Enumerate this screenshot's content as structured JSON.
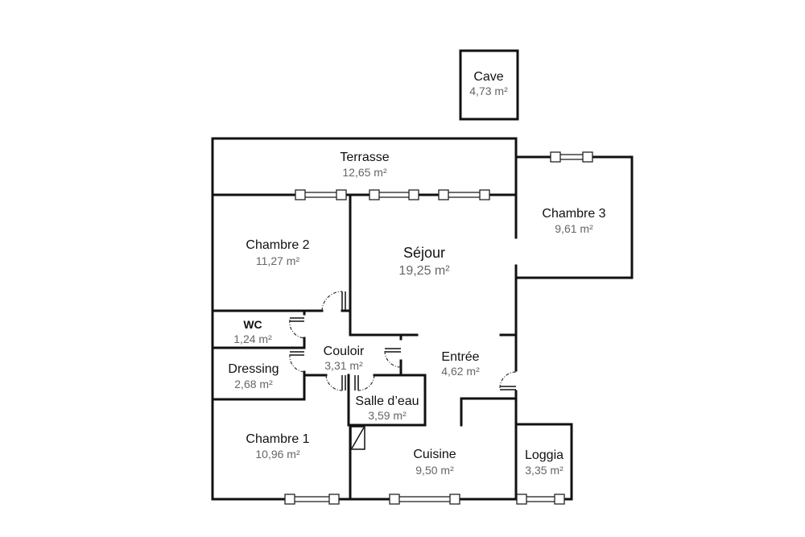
{
  "title": "Plan d'appartement",
  "rooms": [
    {
      "id": "cave",
      "name": "Cave",
      "area": "4,73 m²"
    },
    {
      "id": "terrasse",
      "name": "Terrasse",
      "area": "12,65 m²"
    },
    {
      "id": "chambre3",
      "name": "Chambre 3",
      "area": "9,61 m²"
    },
    {
      "id": "chambre2",
      "name": "Chambre 2",
      "area": "11,27 m²"
    },
    {
      "id": "sejour",
      "name": "Séjour",
      "area": "19,25 m²"
    },
    {
      "id": "wc",
      "name": "WC",
      "area": "1,24 m²"
    },
    {
      "id": "couloir",
      "name": "Couloir",
      "area": "3,31 m²"
    },
    {
      "id": "entree",
      "name": "Entrée",
      "area": "4,62 m²"
    },
    {
      "id": "dressing",
      "name": "Dressing",
      "area": "2,68 m²"
    },
    {
      "id": "salledeau",
      "name": "Salle d’eau",
      "area": "3,59 m²"
    },
    {
      "id": "chambre1",
      "name": "Chambre 1",
      "area": "10,96 m²"
    },
    {
      "id": "cuisine",
      "name": "Cuisine",
      "area": "9,50 m²"
    },
    {
      "id": "loggia",
      "name": "Loggia",
      "area": "3,35 m²"
    }
  ]
}
